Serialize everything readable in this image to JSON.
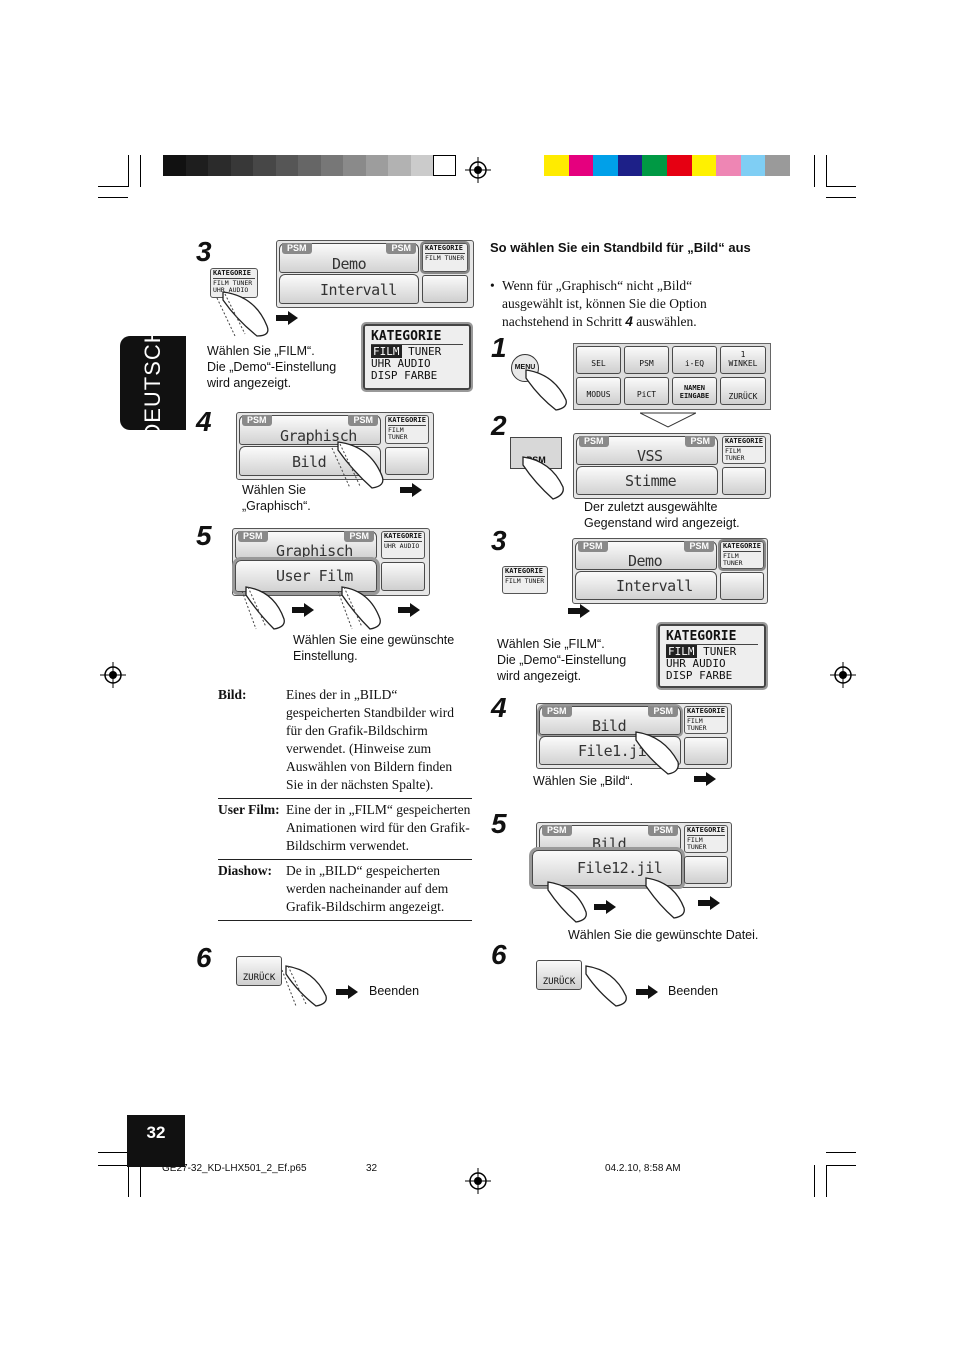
{
  "side_tab": "DEUTSCH",
  "page_number": "32",
  "footer": {
    "file": "GE27-32_KD-LHX501_2_Ef.p65",
    "page": "32",
    "date": "04.2.10, 8:58 AM"
  },
  "colors": {
    "gray_bar": [
      "#111111",
      "#1e1e1e",
      "#2b2b2b",
      "#383838",
      "#474747",
      "#565656",
      "#666666",
      "#777777",
      "#8a8a8a",
      "#9d9d9d",
      "#b2b2b2",
      "#cbcbcb",
      "#ffffff"
    ],
    "color_bar": [
      "#ffeb00",
      "#e5007e",
      "#00a0e9",
      "#1d2088",
      "#009944",
      "#e60012",
      "#fff100",
      "#ee86b4",
      "#7fcef4",
      "#9a9a9a"
    ]
  },
  "left": {
    "step3": {
      "num": "3",
      "caption": [
        "Wählen Sie „FILM“.",
        "Die „Demo“-Einstellung",
        "wird angezeigt."
      ],
      "btn_top": "Demo",
      "btn_bottom": "Intervall",
      "tab": "PSM"
    },
    "step4": {
      "num": "4",
      "caption": [
        "Wählen Sie",
        "„Graphisch“."
      ],
      "btn_top": "Graphisch",
      "btn_bottom": "Bild"
    },
    "step5": {
      "num": "5",
      "caption": [
        "Wählen Sie eine gewünschte",
        "Einstellung."
      ],
      "btn_top": "Graphisch",
      "btn_bottom": "User Film"
    },
    "definitions": [
      {
        "term": "Bild",
        "sep": ":",
        "desc": "Eines der in „BILD“ gespeicherten Standbilder wird für den Grafik-Bildschirm verwendet. (Hinweise zum Auswählen von Bildern finden Sie in der nächsten Spalte)."
      },
      {
        "term": "User Film",
        "sep": ":",
        "desc": "Eine der in „FILM“ gespeicherten Animationen wird für den Grafik-Bildschirm verwendet."
      },
      {
        "term": "Diashow",
        "sep": ":",
        "desc": "De in „BILD“ gespeicherten werden nacheinander auf dem Grafik-Bildschirm angezeigt."
      }
    ],
    "step6": {
      "num": "6",
      "caption": "Beenden",
      "btn": "ZURÜCK"
    }
  },
  "right": {
    "heading": "So wählen Sie ein Standbild für „Bild“ aus",
    "bullet": {
      "pre": "Wenn für „Graphisch“ nicht „Bild“ ausgewählt ist, können Sie die Option nachstehend in Schritt ",
      "step": "4",
      "post": " auswählen."
    },
    "step1": {
      "num": "1",
      "menu": "MENU",
      "buttons": [
        "SEL",
        "PSM",
        "i-EQ",
        "WINKEL",
        "MODUS",
        "PiCT",
        "NAMEN EINGABE",
        "ZURÜCK"
      ],
      "winkel_num": "1"
    },
    "step2": {
      "num": "2",
      "psm": "PSM",
      "btn_top": "VSS",
      "btn_bottom": "Stimme",
      "caption": [
        "Der zuletzt ausgewählte",
        "Gegenstand wird angezeigt."
      ]
    },
    "step3": {
      "num": "3",
      "btn_top": "Demo",
      "btn_bottom": "Intervall",
      "caption": [
        "Wählen Sie „FILM“.",
        "Die „Demo“-Einstellung",
        "wird angezeigt."
      ]
    },
    "step4": {
      "num": "4",
      "btn_top": "Bild",
      "btn_bottom": "File1.jil",
      "caption": "Wählen Sie „Bild“."
    },
    "step5": {
      "num": "5",
      "btn_top": "Bild",
      "btn_bottom": "File12.jil",
      "caption": "Wählen Sie die gewünschte Datei."
    },
    "step6": {
      "num": "6",
      "caption": "Beenden",
      "btn": "ZURÜCK"
    }
  },
  "kategorie": {
    "title": "KATEGORIE",
    "items": [
      "FILM",
      "TUNER",
      "UHR",
      "AUDIO",
      "DISP",
      "FARBE"
    ]
  }
}
